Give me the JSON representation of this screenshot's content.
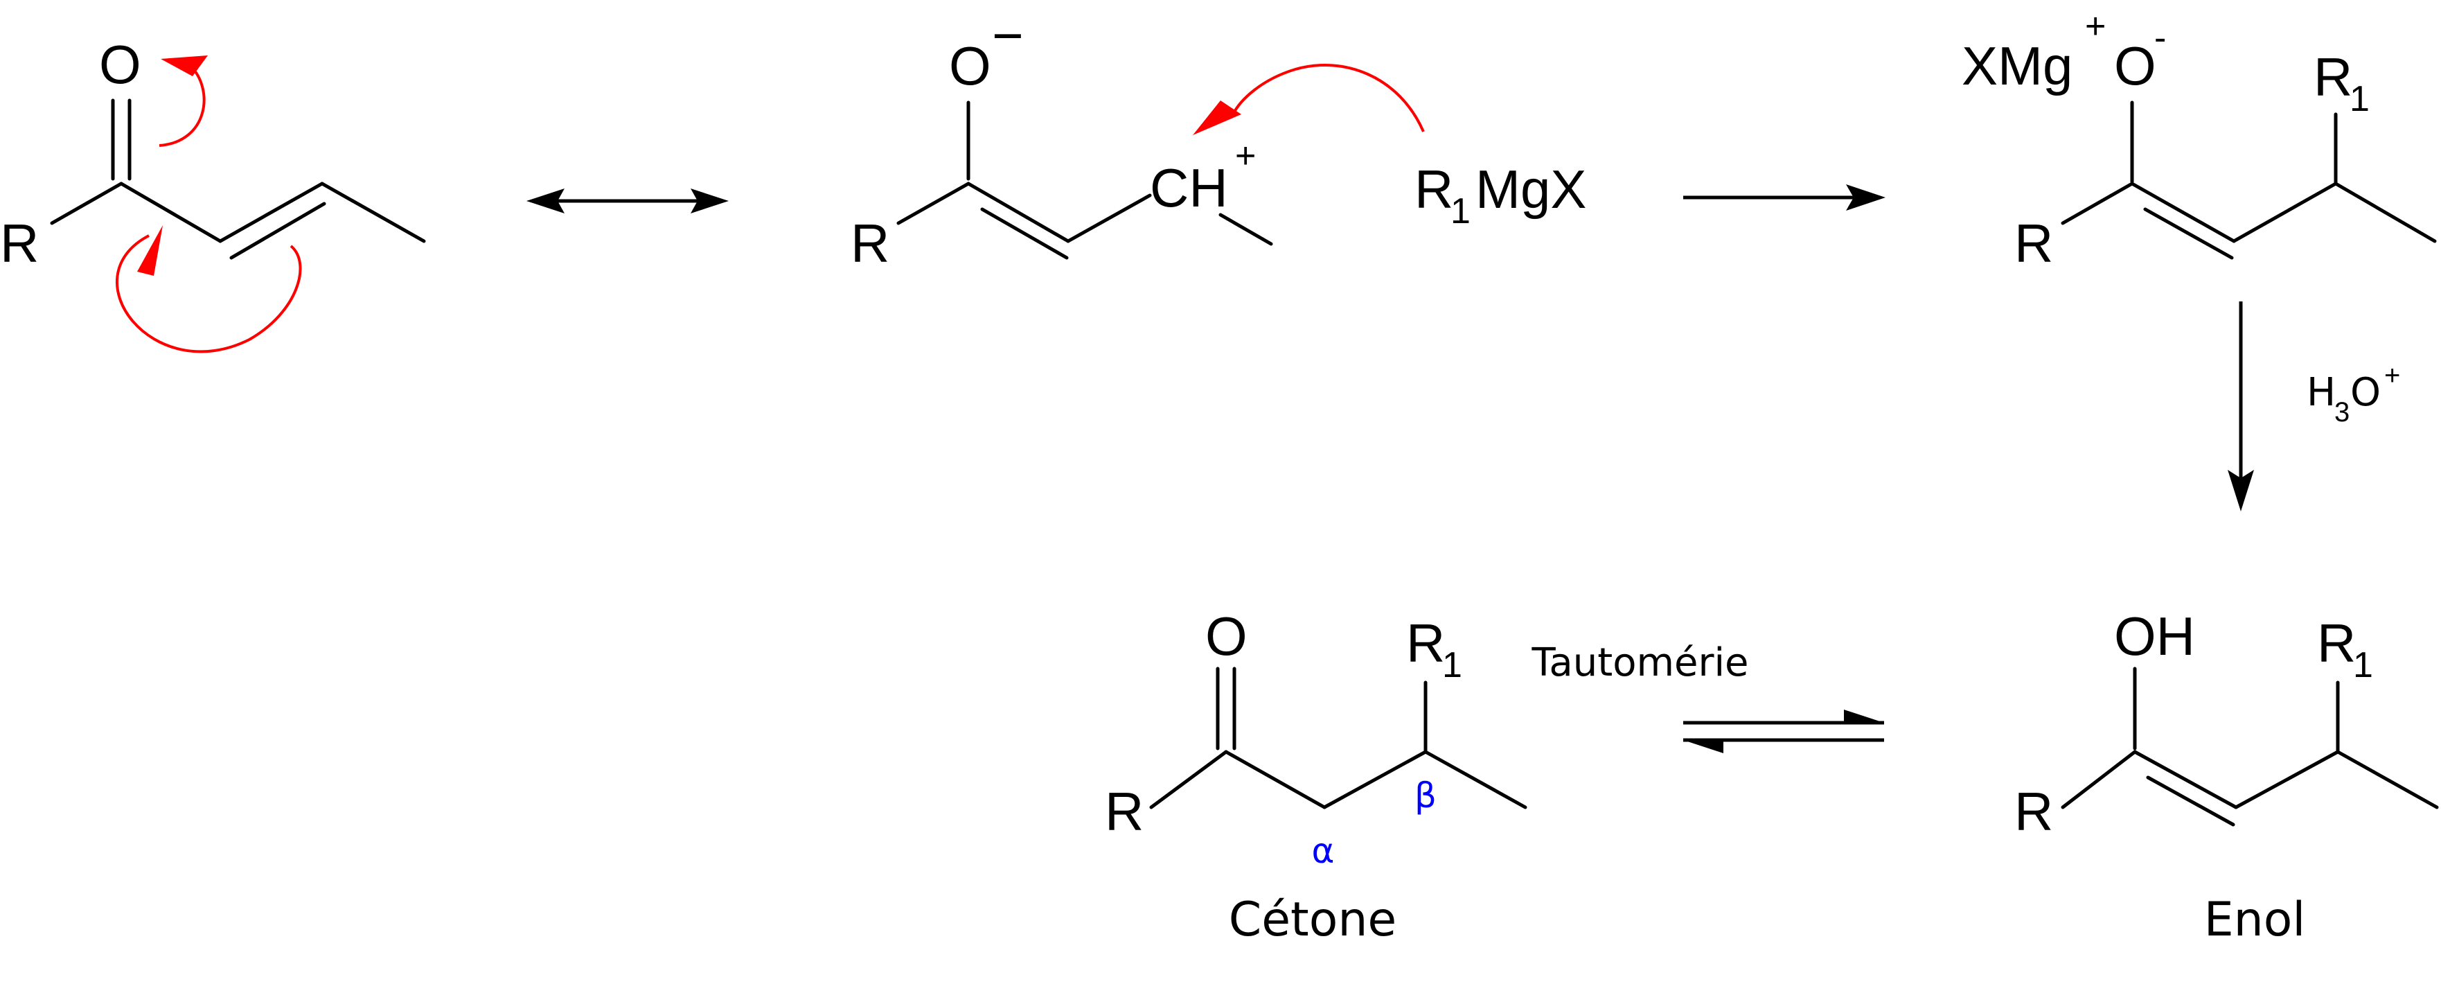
{
  "labels": {
    "o": "O",
    "o_minus": "O",
    "minus": "−",
    "plus": "+",
    "r": "R",
    "r_base": "R",
    "one": "1",
    "three": "3",
    "ch": "CH",
    "mg_x": "MgX",
    "xmg": "XMg",
    "oh": "OH",
    "h": "H",
    "o_h3o": "O",
    "minus_ascii": "-"
  },
  "captions": {
    "tautomerie": "Tautomérie",
    "cetone": "Cétone",
    "enol": "Enol"
  },
  "positions": {
    "alpha": "α",
    "beta": "β"
  },
  "colors": {
    "bonds": "#000000",
    "electron_arrows": "#ff0000",
    "position_labels": "#0000ff",
    "background": "#ffffff"
  }
}
